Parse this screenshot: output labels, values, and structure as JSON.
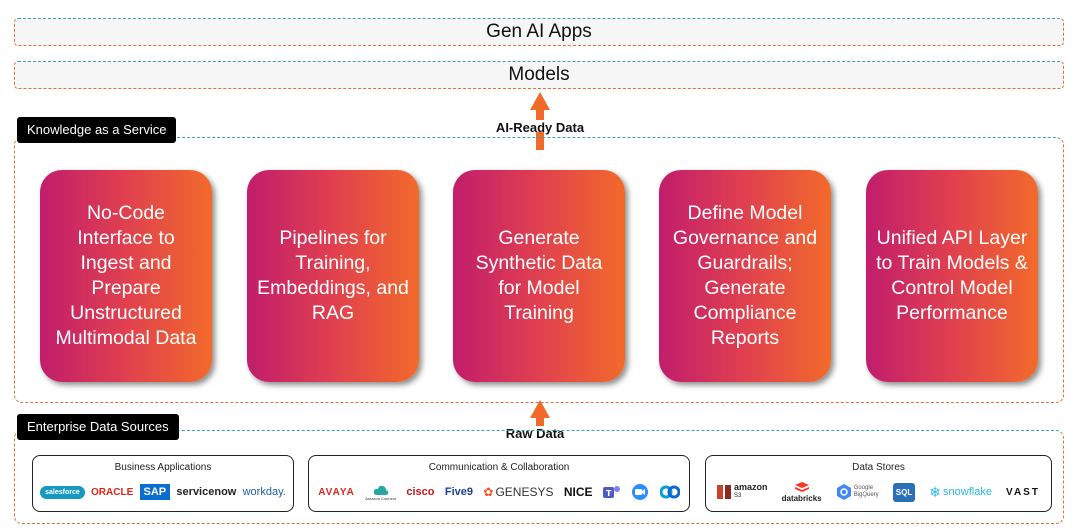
{
  "layers": {
    "apps": "Gen AI Apps",
    "models": "Models"
  },
  "kaas": {
    "tag": "Knowledge as a Service",
    "output_label": "AI-Ready Data",
    "cards": [
      "No-Code Interface to Ingest and Prepare Unstructured Multimodal Data",
      "Pipelines for Training, Embeddings, and RAG",
      "Generate Synthetic Data for Model Training",
      "Define Model Governance and Guardrails; Generate Compliance Reports",
      "Unified API Layer to Train Models & Control Model Performance"
    ]
  },
  "sources": {
    "tag": "Enterprise Data Sources",
    "input_label": "Raw Data",
    "groups": [
      {
        "title": "Business Applications",
        "logos": [
          "salesforce",
          "ORACLE",
          "SAP",
          "servicenow",
          "workday."
        ]
      },
      {
        "title": "Communication & Collaboration",
        "logos": [
          "AVAYA",
          "Amazon Connect",
          "cisco",
          "Five9",
          "GENESYS",
          "NICE"
        ]
      },
      {
        "title": "Data Stores",
        "logos": [
          "amazon",
          "S3",
          "databricks",
          "Google",
          "BigQuery",
          "SQL",
          "snowflake",
          "VAST"
        ]
      }
    ]
  },
  "colors": {
    "accent_orange": "#f26a2a",
    "accent_magenta": "#c11d6c",
    "arrow": "#f26a2a",
    "dashed_teal": "#3aa59a"
  }
}
